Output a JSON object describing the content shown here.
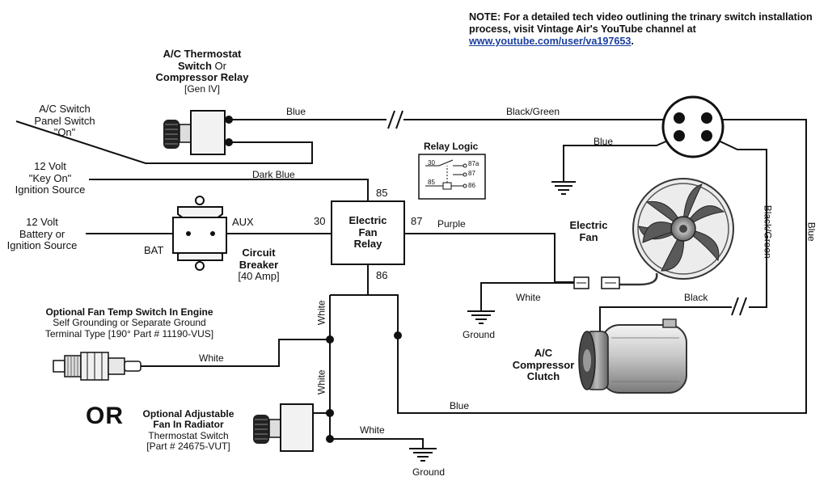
{
  "note": {
    "prefix": "NOTE:",
    "text": "For a detailed tech video outlining the trinary switch installation process, visit Vintage Air's YouTube channel at",
    "link": "www.youtube.com/user/va197653",
    "suffix": "."
  },
  "thermostat": {
    "line1": "A/C Thermostat",
    "line2": "Switch",
    "line2b": "Or",
    "line3": "Compressor Relay",
    "line4": "[Gen IV]"
  },
  "panel_switch": {
    "line1": "A/C Switch",
    "line2": "Panel Switch",
    "line3": "\"On\""
  },
  "ignition": {
    "line1": "12 Volt",
    "line2": "\"Key On\"",
    "line3": "Ignition Source"
  },
  "battery": {
    "line1": "12 Volt",
    "line2": "Battery or",
    "line3": "Ignition Source"
  },
  "breaker": {
    "bat": "BAT",
    "aux": "AUX",
    "line1": "Circuit",
    "line2": "Breaker",
    "line3": "[40 Amp]"
  },
  "relay": {
    "line1": "Electric",
    "line2": "Fan",
    "line3": "Relay",
    "pin30": "30",
    "pin85": "85",
    "pin86": "86",
    "pin87": "87"
  },
  "relay_logic": {
    "title": "Relay Logic",
    "p30": "30",
    "p85": "85",
    "p87a": "87a",
    "p87": "87",
    "p86": "86"
  },
  "wires": {
    "blue_top": "Blue",
    "black_green_top": "Black/Green",
    "blue_trinary": "Blue",
    "dark_blue": "Dark Blue",
    "purple": "Purple",
    "white_fan": "White",
    "black": "Black",
    "black_green_vertical": "Black/Green",
    "blue_right": "Blue",
    "white_v1": "White",
    "white_v2": "White",
    "white_temp": "White",
    "white_rad": "White",
    "blue_bottom": "Blue"
  },
  "fan": {
    "line1": "Electric",
    "line2": "Fan"
  },
  "compressor": {
    "line1": "A/C",
    "line2": "Compressor",
    "line3": "Clutch"
  },
  "ground": {
    "label1": "Ground",
    "label2": "Ground"
  },
  "temp_switch": {
    "line1": "Optional Fan Temp Switch In Engine",
    "line2": "Self Grounding or Separate Ground",
    "line3": "Terminal Type [190° Part # 11190-VUS]"
  },
  "or_label": "OR",
  "radiator": {
    "line1": "Optional Adjustable",
    "line2": "Fan In Radiator",
    "line3": "Thermostat Switch",
    "line4": "[Part # 24675-VUT]"
  }
}
